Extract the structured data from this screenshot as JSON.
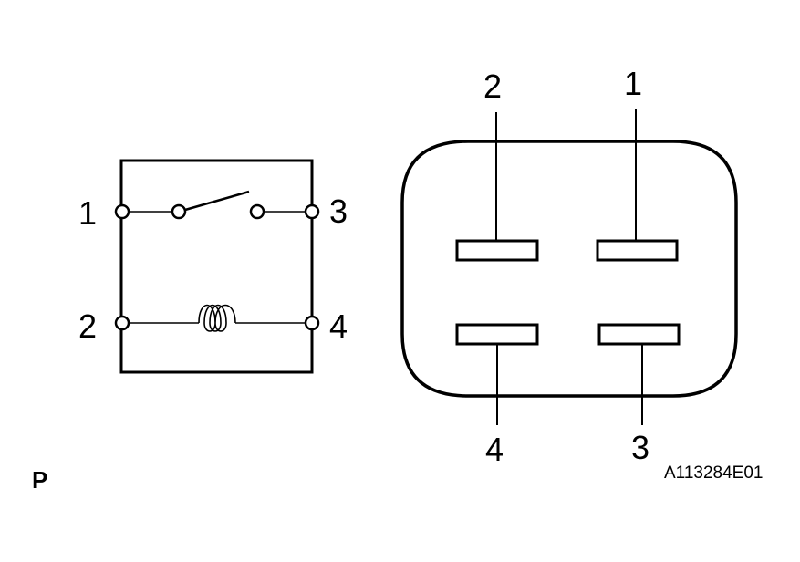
{
  "schematic": {
    "pins": {
      "p1": "1",
      "p2": "2",
      "p3": "3",
      "p4": "4"
    }
  },
  "connector": {
    "pins": {
      "top_left": "2",
      "top_right": "1",
      "bottom_left": "4",
      "bottom_right": "3"
    }
  },
  "corner_label": "P",
  "figure_code": "A113284E01",
  "colors": {
    "line": "#000000",
    "background": "#ffffff"
  }
}
